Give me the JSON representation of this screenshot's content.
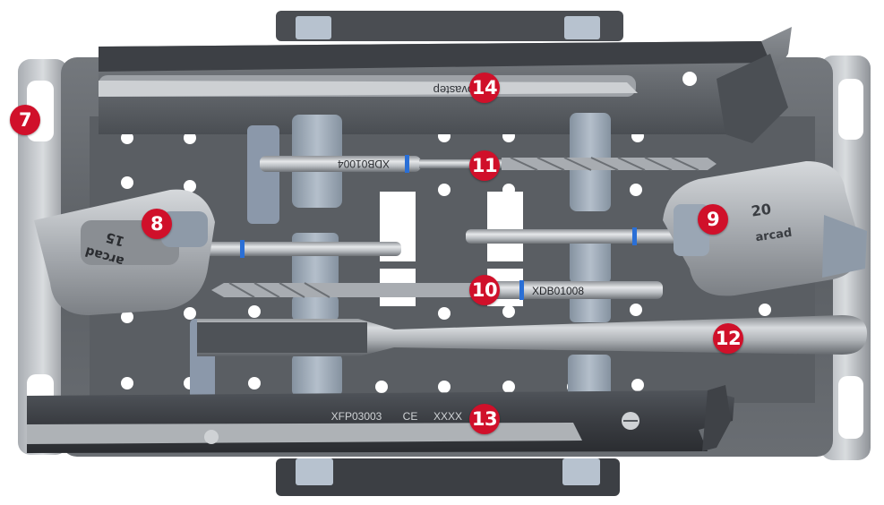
{
  "callouts": {
    "c7": "7",
    "c8": "8",
    "c9": "9",
    "c10": "10",
    "c11": "11",
    "c12": "12",
    "c13": "13",
    "c14": "14"
  },
  "engravings": {
    "top_tool_brand": "novastep",
    "drill_top_code": "XDB01004",
    "drill_bottom_code": "XDB01008",
    "bottom_tool_code": "XFP03003",
    "bottom_tool_ce": "CE",
    "bottom_tool_xxxx": "XXXX",
    "left_guide_brand": "arcad",
    "left_guide_size": "15",
    "right_guide_brand": "arcad",
    "right_guide_size": "20"
  },
  "colors": {
    "callout": "#d0102a",
    "tray_metal": "#5e6267",
    "tray_dark": "#3f4348",
    "rack_blue_grey": "#9aa6b4",
    "drill_band": "#2a6fd6"
  }
}
